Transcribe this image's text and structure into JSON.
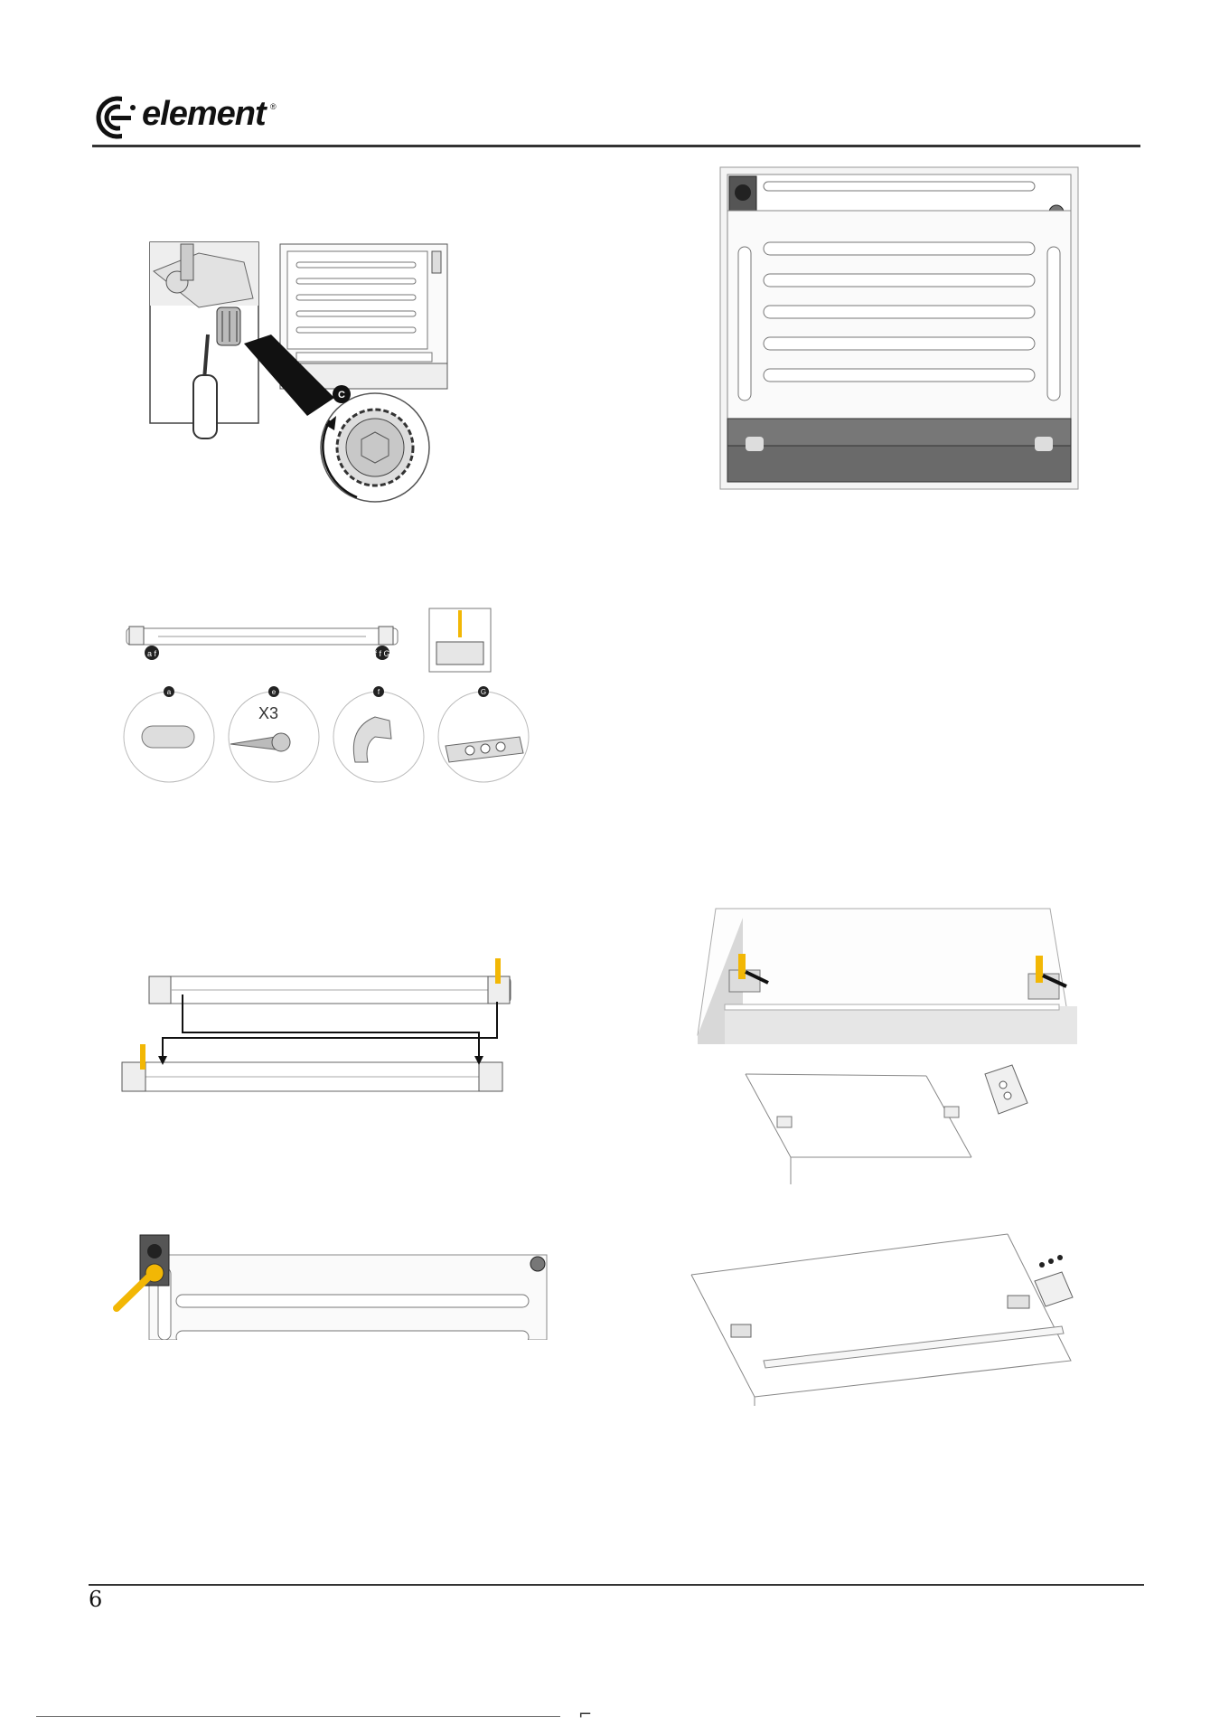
{
  "header": {
    "brand": "element",
    "brand_mark": "®",
    "logo_icon": "element-logo-icon"
  },
  "figures": {
    "parts_callouts": {
      "part_a_label": "a",
      "part_e_label": "e",
      "part_e_qty": "X3",
      "part_f_label": "f",
      "part_g_label": "G",
      "left_marker": "a f",
      "right_marker": "f f G"
    },
    "knob_callout": "C"
  },
  "footer": {
    "page_number": "6",
    "bottom_mark": "⌐"
  },
  "colors": {
    "rule": "#333333",
    "tool_yellow": "#f2b705",
    "illustration_gray": "#b8b8b8"
  }
}
